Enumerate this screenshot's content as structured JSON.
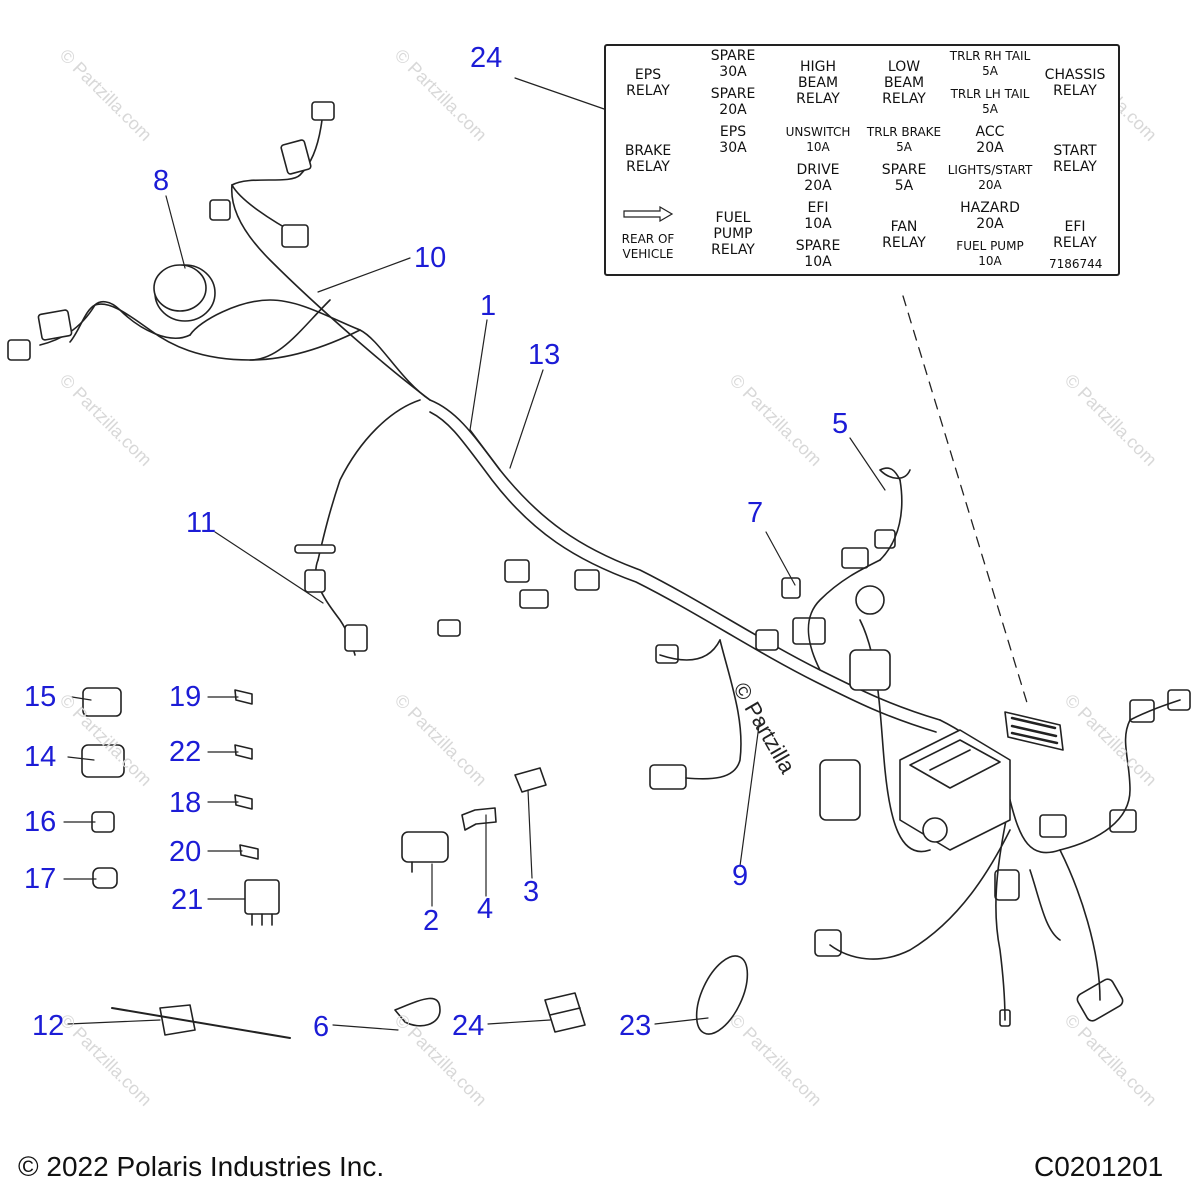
{
  "callouts": [
    {
      "id": "c1",
      "text": "1"
    },
    {
      "id": "c2",
      "text": "2"
    },
    {
      "id": "c3",
      "text": "3"
    },
    {
      "id": "c4",
      "text": "4"
    },
    {
      "id": "c5",
      "text": "5"
    },
    {
      "id": "c6",
      "text": "6"
    },
    {
      "id": "c7",
      "text": "7"
    },
    {
      "id": "c8",
      "text": "8"
    },
    {
      "id": "c9",
      "text": "9"
    },
    {
      "id": "c10",
      "text": "10"
    },
    {
      "id": "c11",
      "text": "11"
    },
    {
      "id": "c12",
      "text": "12"
    },
    {
      "id": "c13",
      "text": "13"
    },
    {
      "id": "c14",
      "text": "14"
    },
    {
      "id": "c15",
      "text": "15"
    },
    {
      "id": "c16",
      "text": "16"
    },
    {
      "id": "c17",
      "text": "17"
    },
    {
      "id": "c18",
      "text": "18"
    },
    {
      "id": "c19",
      "text": "19"
    },
    {
      "id": "c20",
      "text": "20"
    },
    {
      "id": "c21",
      "text": "21"
    },
    {
      "id": "c22",
      "text": "22"
    },
    {
      "id": "c23",
      "text": "23"
    },
    {
      "id": "c24a",
      "text": "24"
    },
    {
      "id": "c24b",
      "text": "24"
    }
  ],
  "fuse_label": {
    "cells": [
      {
        "id": "eps_relay",
        "text": "EPS\nRELAY"
      },
      {
        "id": "spare30",
        "text": "SPARE\n30A"
      },
      {
        "id": "spare20",
        "text": "SPARE\n20A"
      },
      {
        "id": "high_beam",
        "text": "HIGH\nBEAM\nRELAY"
      },
      {
        "id": "low_beam",
        "text": "LOW\nBEAM\nRELAY"
      },
      {
        "id": "trlr_rh",
        "text": "TRLR RH TAIL\n5A"
      },
      {
        "id": "trlr_lh",
        "text": "TRLR LH TAIL\n5A"
      },
      {
        "id": "chassis",
        "text": "CHASSIS\nRELAY"
      },
      {
        "id": "brake_relay",
        "text": "BRAKE\nRELAY"
      },
      {
        "id": "eps30",
        "text": "EPS\n30A"
      },
      {
        "id": "unswitch",
        "text": "UNSWITCH\n10A"
      },
      {
        "id": "drive",
        "text": "DRIVE\n20A"
      },
      {
        "id": "trlr_brake",
        "text": "TRLR BRAKE\n5A"
      },
      {
        "id": "spare5",
        "text": "SPARE\n5A"
      },
      {
        "id": "acc",
        "text": "ACC\n20A"
      },
      {
        "id": "lights_start",
        "text": "LIGHTS/START\n20A"
      },
      {
        "id": "start_relay",
        "text": "START\nRELAY"
      },
      {
        "id": "rear",
        "text": "REAR OF\nVEHICLE"
      },
      {
        "id": "fuel_relay",
        "text": "FUEL\nPUMP\nRELAY"
      },
      {
        "id": "efi10",
        "text": "EFI\n10A"
      },
      {
        "id": "spare10",
        "text": "SPARE\n10A"
      },
      {
        "id": "fan_relay",
        "text": "FAN\nRELAY"
      },
      {
        "id": "hazard",
        "text": "HAZARD\n20A"
      },
      {
        "id": "fuel_pump",
        "text": "FUEL PUMP\n10A"
      },
      {
        "id": "efi_relay",
        "text": "EFI\nRELAY"
      }
    ],
    "part_number": "7186744"
  },
  "watermark": "© Partzilla.com",
  "watermark_center": "© Partzilla",
  "footer": {
    "copyright": "© 2022 Polaris Industries Inc.",
    "code": "C0201201"
  },
  "colors": {
    "callout": "#1c1cd6",
    "line": "#222222",
    "leader": "#1c1cd6"
  }
}
